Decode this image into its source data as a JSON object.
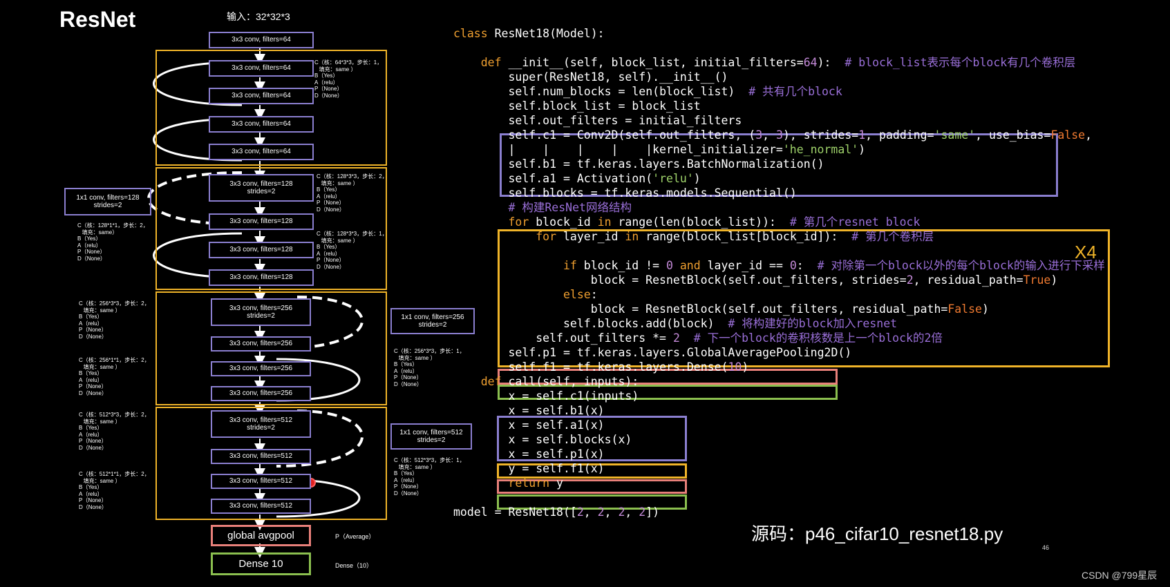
{
  "title": "ResNet",
  "input_label": "输入：32*32*3",
  "layers": {
    "l0": "3x3 conv, filters=64",
    "l1": "3x3 conv, filters=64",
    "l2": "3x3 conv, filters=64",
    "l3": "3x3 conv, filters=64",
    "l4": "3x3 conv, filters=64",
    "l5": "3x3 conv, filters=128\nstrides=2",
    "l6": "3x3 conv, filters=128",
    "l7": "3x3 conv, filters=128",
    "l8": "3x3 conv, filters=128",
    "l9": "3x3 conv, filters=256\nstrides=2",
    "l10": "3x3 conv, filters=256",
    "l11": "3x3 conv, filters=256",
    "l12": "3x3 conv, filters=256",
    "l13": "3x3 conv, filters=512\nstrides=2",
    "l14": "3x3 conv, filters=512",
    "l15": "3x3 conv, filters=512",
    "l16": "3x3 conv, filters=512",
    "pool": "global avgpool",
    "dense": "Dense 10"
  },
  "shortcuts": {
    "s128": "1x1 conv, filters=128\nstrides=2",
    "s256": "1x1 conv, filters=256\nstrides=2",
    "s512": "1x1 conv, filters=512\nstrides=2"
  },
  "notes": {
    "n64": "C（核：64*3*3，步长：1，\n   填充：same ）\nB（Yes）\nA（relu）\nP（None）\nD（None）",
    "n128a": "C（核：128*3*3，步长：2，\n   填充：same ）\nB（Yes）\nA（relu）\nP（None）\nD（None）",
    "n128s": "C（核：128*1*1，步长：2，\n   填充：same）\nB（Yes）\nA（relu）\nP（None）\nD（None）",
    "n128b": "C（核：128*3*3，步长：1，\n   填充：same ）\nB（Yes）\nA（relu）\nP（None）\nD（None）",
    "n256a": "C（核：256*3*3，步长：2，\n   填充：same ）\nB（Yes）\nA（relu）\nP（None）\nD（None）",
    "n256s": "C（核：256*1*1，步长：2，\n   填充：same ）\nB（Yes）\nA（relu）\nP（None）\nD（None）",
    "n256b": "C（核：256*3*3，步长：1，\n   填充：same ）\nB（Yes）\nA（relu）\nP（None）\nD（None）",
    "n512a": "C（核：512*3*3，步长：2，\n   填充：same ）\nB（Yes）\nA（relu）\nP（None）\nD（None）",
    "n512s": "C（核：512*1*1，步长：2，\n   填充：same ）\nB（Yes）\nA（relu）\nP（None）\nD（None）",
    "n512b": "C（核：512*3*3，步长：1，\n   填充：same ）\nB（Yes）\nA（relu）\nP（None）\nD（None）",
    "pool": "P（Average）",
    "dense": "Dense（10）"
  },
  "code_lines": [
    "class ResNet18(Model):",
    "",
    "    def __init__(self, block_list, initial_filters=64):  # block_list表示每个block有几个卷积层",
    "        super(ResNet18, self).__init__()",
    "        self.num_blocks = len(block_list)  # 共有几个block",
    "        self.block_list = block_list",
    "        self.out_filters = initial_filters",
    "        self.c1 = Conv2D(self.out_filters, (3, 3), strides=1, padding='same', use_bias=False,",
    "        |    |    |    |    |kernel_initializer='he_normal')",
    "        self.b1 = tf.keras.layers.BatchNormalization()",
    "        self.a1 = Activation('relu')",
    "        self.blocks = tf.keras.models.Sequential()",
    "        # 构建ResNet网络结构",
    "        for block_id in range(len(block_list)):  # 第几个resnet block",
    "            for layer_id in range(block_list[block_id]):  # 第几个卷积层",
    "",
    "                if block_id != 0 and layer_id == 0:  # 对除第一个block以外的每个block的输入进行下采样",
    "                    block = ResnetBlock(self.out_filters, strides=2, residual_path=True)",
    "                else:",
    "                    block = ResnetBlock(self.out_filters, residual_path=False)",
    "                self.blocks.add(block)  # 将构建好的block加入resnet",
    "            self.out_filters *= 2  # 下一个block的卷积核数是上一个block的2倍",
    "        self.p1 = tf.keras.layers.GlobalAveragePooling2D()",
    "        self.f1 = tf.keras.layers.Dense(10)",
    "    def call(self, inputs):",
    "        x = self.c1(inputs)",
    "        x = self.b1(x)",
    "        x = self.a1(x)",
    "        x = self.blocks(x)",
    "        x = self.p1(x)",
    "        y = self.f1(x)",
    "        return y",
    "",
    "model = ResNet18([2, 2, 2, 2])"
  ],
  "x4": "X4",
  "source": "源码：p46_cifar10_resnet18.py",
  "page_number": "46",
  "watermark": "CSDN @799星辰",
  "colors": {
    "purple": "#8b7fd0",
    "orange": "#f0b429",
    "pink": "#e8807a",
    "green": "#8bbf4f",
    "keyword": "#f0a030",
    "comment": "#9a6fd8",
    "string": "#9fd36a"
  }
}
